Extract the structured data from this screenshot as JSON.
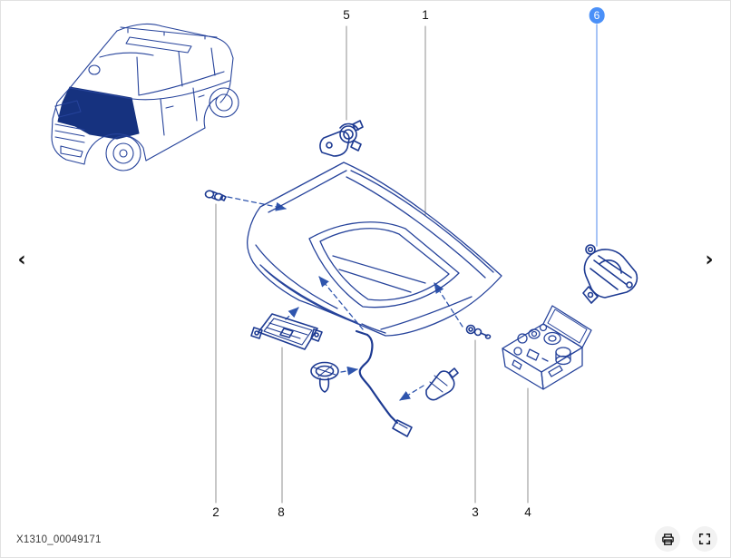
{
  "diagram": {
    "selected_part": "6",
    "part_labels": [
      {
        "label": "5",
        "selected": false
      },
      {
        "label": "1",
        "selected": false
      },
      {
        "label": "6",
        "selected": true
      },
      {
        "label": "2",
        "selected": false
      },
      {
        "label": "8",
        "selected": false
      },
      {
        "label": "3",
        "selected": false
      },
      {
        "label": "4",
        "selected": false
      }
    ]
  },
  "nav": {
    "prev_glyph": "‹",
    "next_glyph": "›"
  },
  "footer": {
    "code": "X1310_00049171",
    "icons": {
      "print": "printer-icon",
      "fullscreen": "fullscreen-icon"
    }
  },
  "colors": {
    "diagram_line": "#26439b",
    "hood_fill": "#16327f",
    "selected_badge": "#4a90f8",
    "selected_leader": "#8ab1f3",
    "leader_line": "#8f8f8f",
    "connector_blue": "#2f55ad"
  }
}
